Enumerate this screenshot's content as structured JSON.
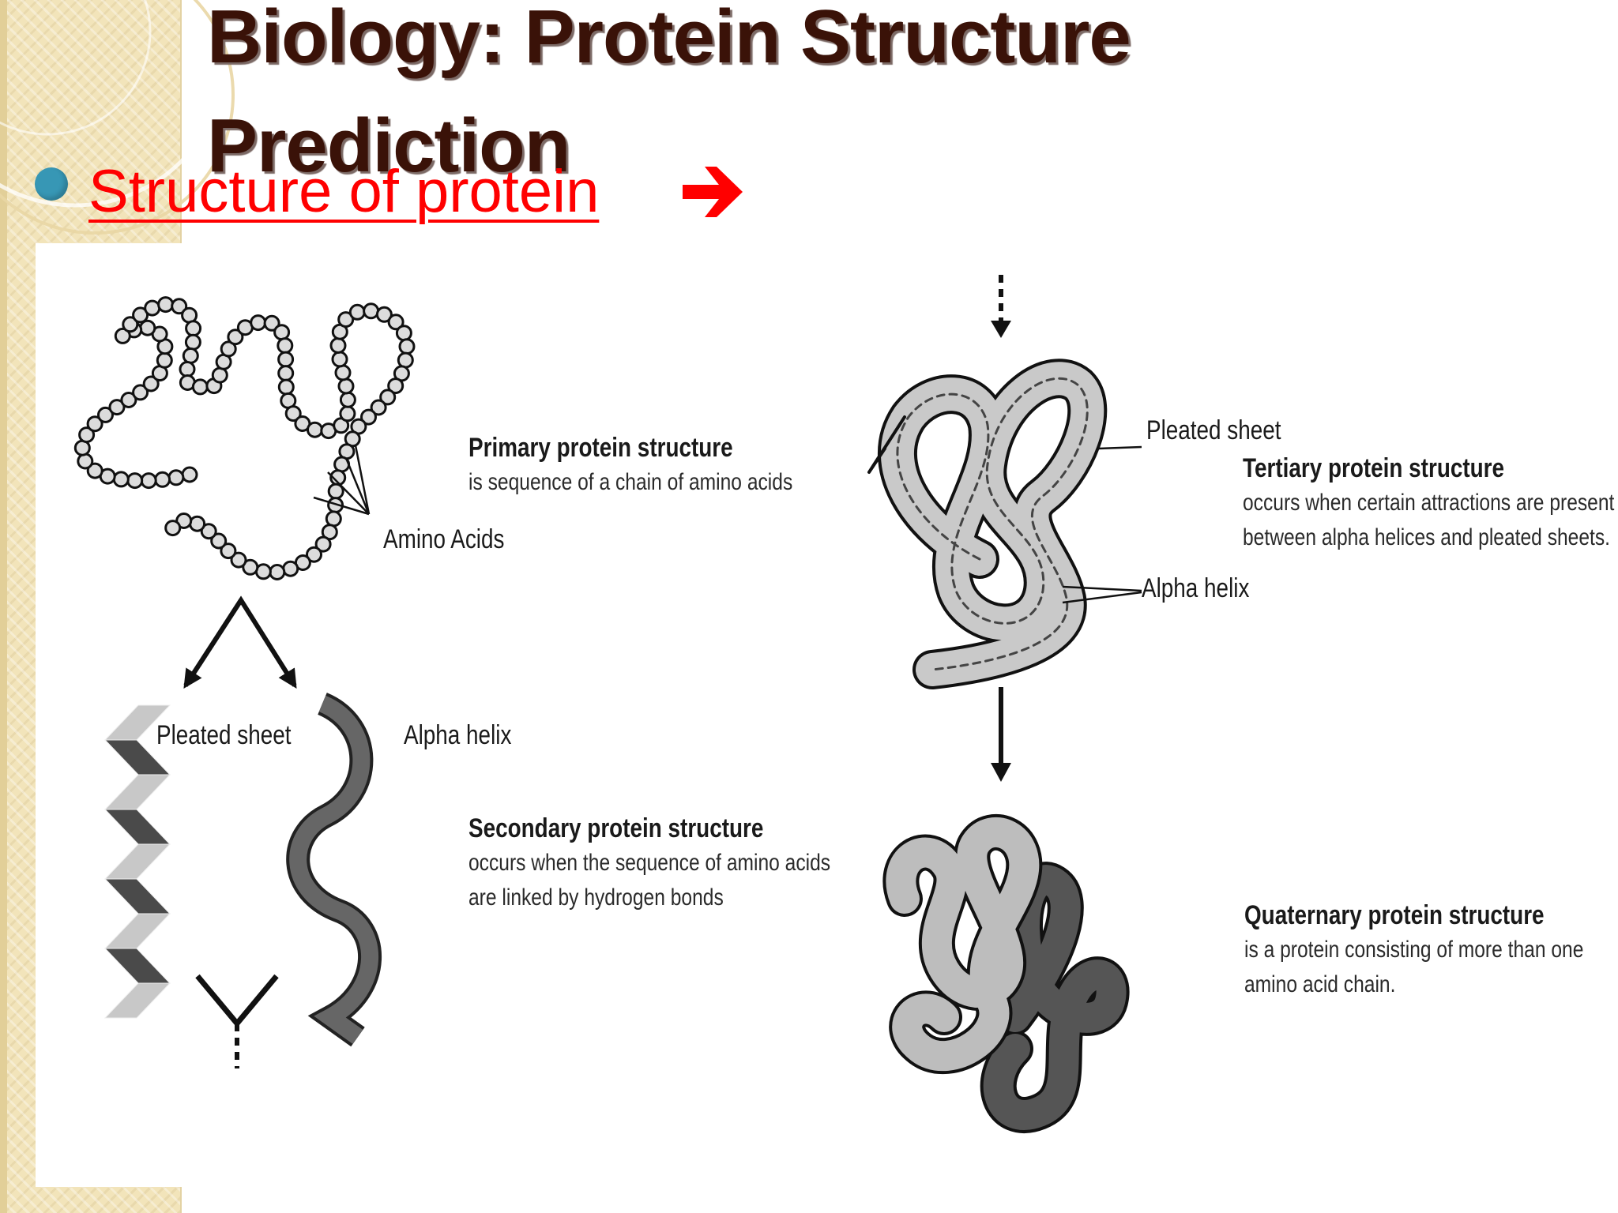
{
  "slide": {
    "title_line1": "Biology: Protein Structure",
    "title_line2": "Prediction",
    "subheading": "Structure of protein",
    "colors": {
      "title": "#3a1208",
      "subheading": "#ff0000",
      "bullet": "#3797b5",
      "sidebar": "#f2e4ba"
    },
    "icons": [
      "bullet-dot-icon",
      "right-arrow-icon"
    ]
  },
  "diagram": {
    "primary": {
      "heading": "Primary protein structure",
      "description": "is sequence of a chain of amino acids",
      "callout": "Amino Acids"
    },
    "secondary": {
      "heading": "Secondary protein structure",
      "description_line1": "occurs when the sequence of amino acids",
      "description_line2": "are linked by hydrogen bonds",
      "pleated_label": "Pleated sheet",
      "helix_label": "Alpha helix"
    },
    "tertiary": {
      "heading": "Tertiary protein structure",
      "description_line1": "occurs when certain attractions are present",
      "description_line2": "between alpha helices and pleated sheets.",
      "pleated_label": "Pleated sheet",
      "helix_label": "Alpha helix"
    },
    "quaternary": {
      "heading": "Quaternary protein structure",
      "description_line1": "is a protein consisting of more than one",
      "description_line2": "amino acid chain."
    }
  }
}
